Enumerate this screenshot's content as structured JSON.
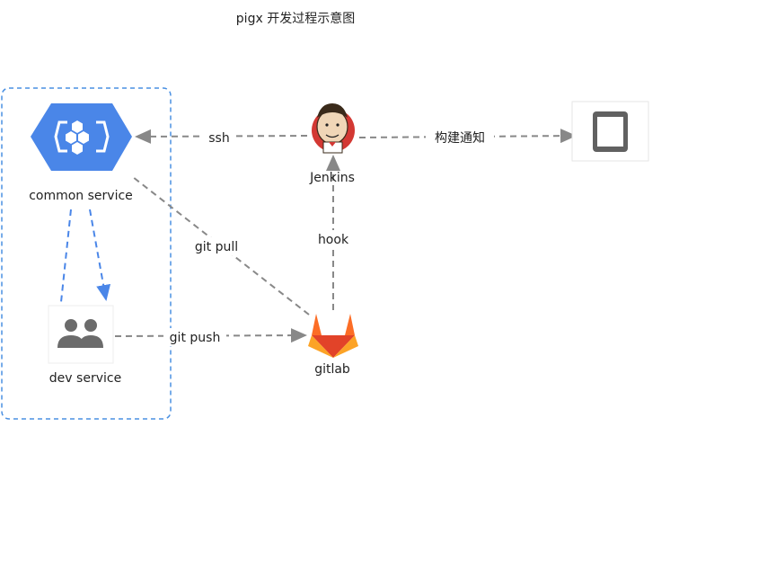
{
  "title": "pigx 开发过程示意图",
  "nodes": {
    "common_service": {
      "label": "common service",
      "color": "#4a86e8"
    },
    "dev_service": {
      "label": "dev service"
    },
    "jenkins": {
      "label": "Jenkins"
    },
    "gitlab": {
      "label": "gitlab",
      "color": "#e24329"
    },
    "notify_device": {
      "label": ""
    }
  },
  "edges": {
    "ssh": {
      "label": "ssh"
    },
    "build_notify": {
      "label": "构建通知"
    },
    "git_pull": {
      "label": "git pull"
    },
    "hook": {
      "label": "hook"
    },
    "git_push": {
      "label": "git push"
    }
  },
  "colors": {
    "group_border": "#4a90e2",
    "dashed_arrow": "#888888",
    "blue_arrow": "#4a86e8"
  }
}
